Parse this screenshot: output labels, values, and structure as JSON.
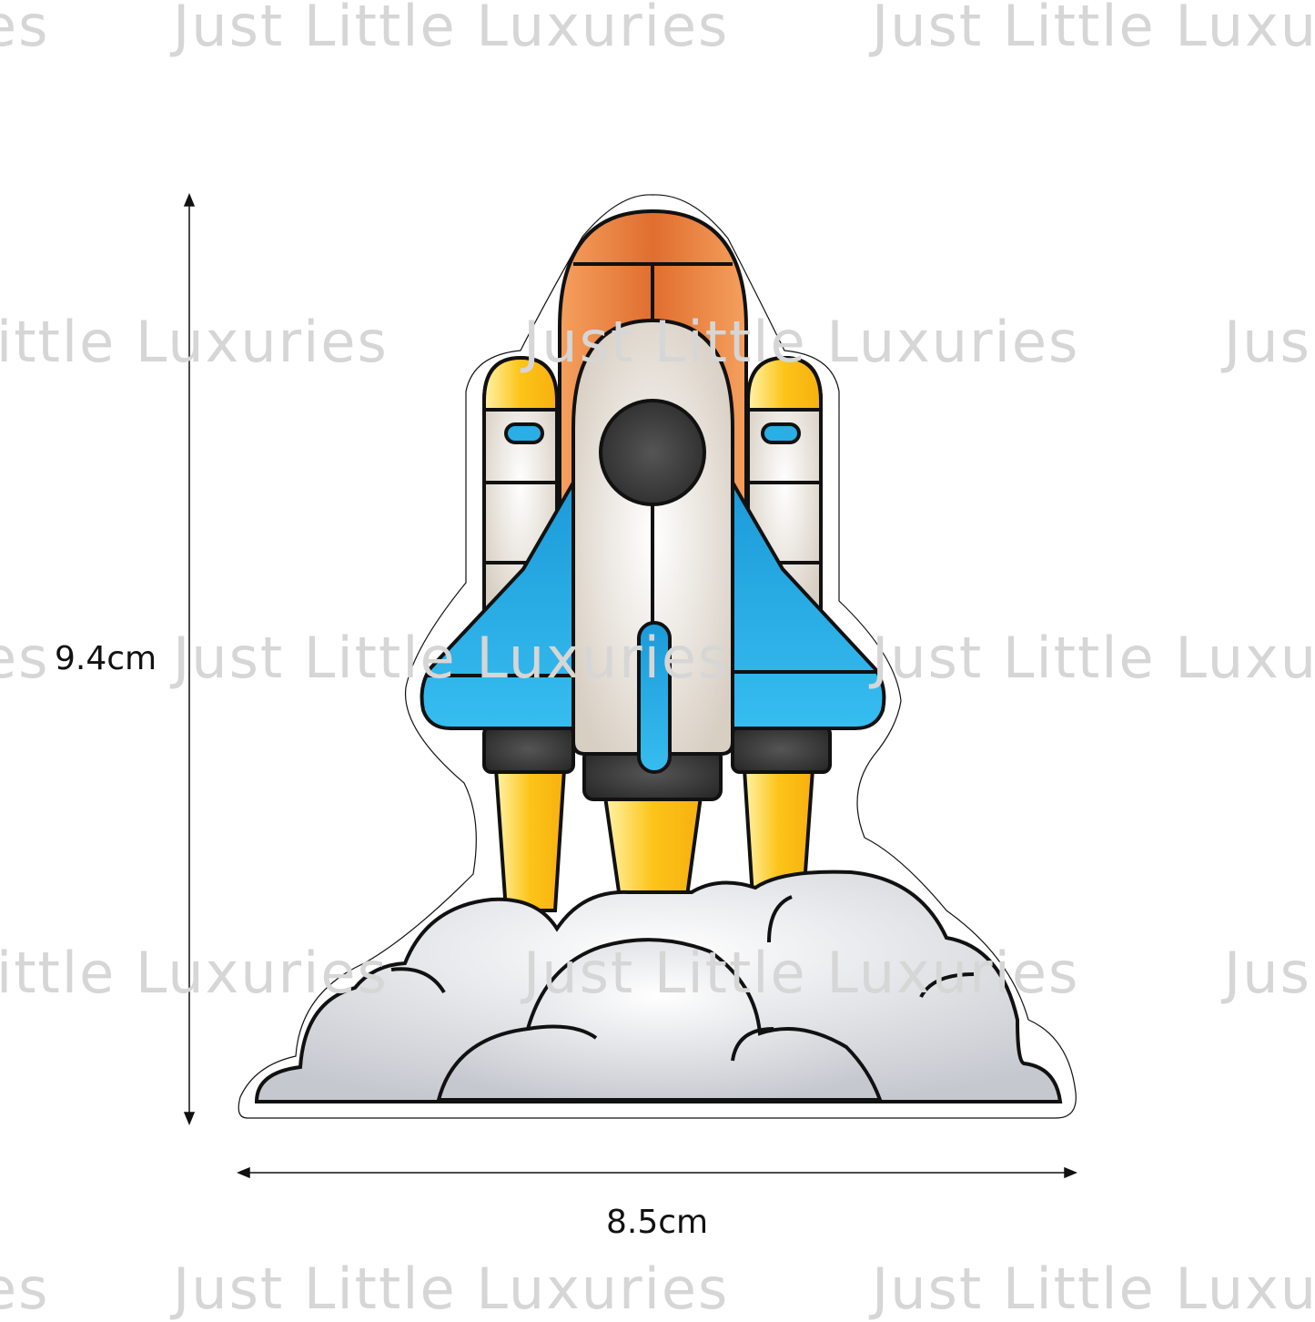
{
  "watermark": {
    "text": "Just Little Luxuries",
    "fragment_left_a": "es",
    "fragment_left_b": "ittle Luxuries",
    "fragment_right_a": "Just Little Luxu",
    "fragment_right_b": "Jus"
  },
  "dimensions": {
    "height_label": "9.4cm",
    "width_label": "8.5cm"
  },
  "colors": {
    "orange": "#f08a45",
    "blue": "#29aee6",
    "yellow": "#fcc418",
    "dark": "#3a3a3a",
    "cloud": "#d6d8dd",
    "watermark": "#d6d6d6"
  }
}
